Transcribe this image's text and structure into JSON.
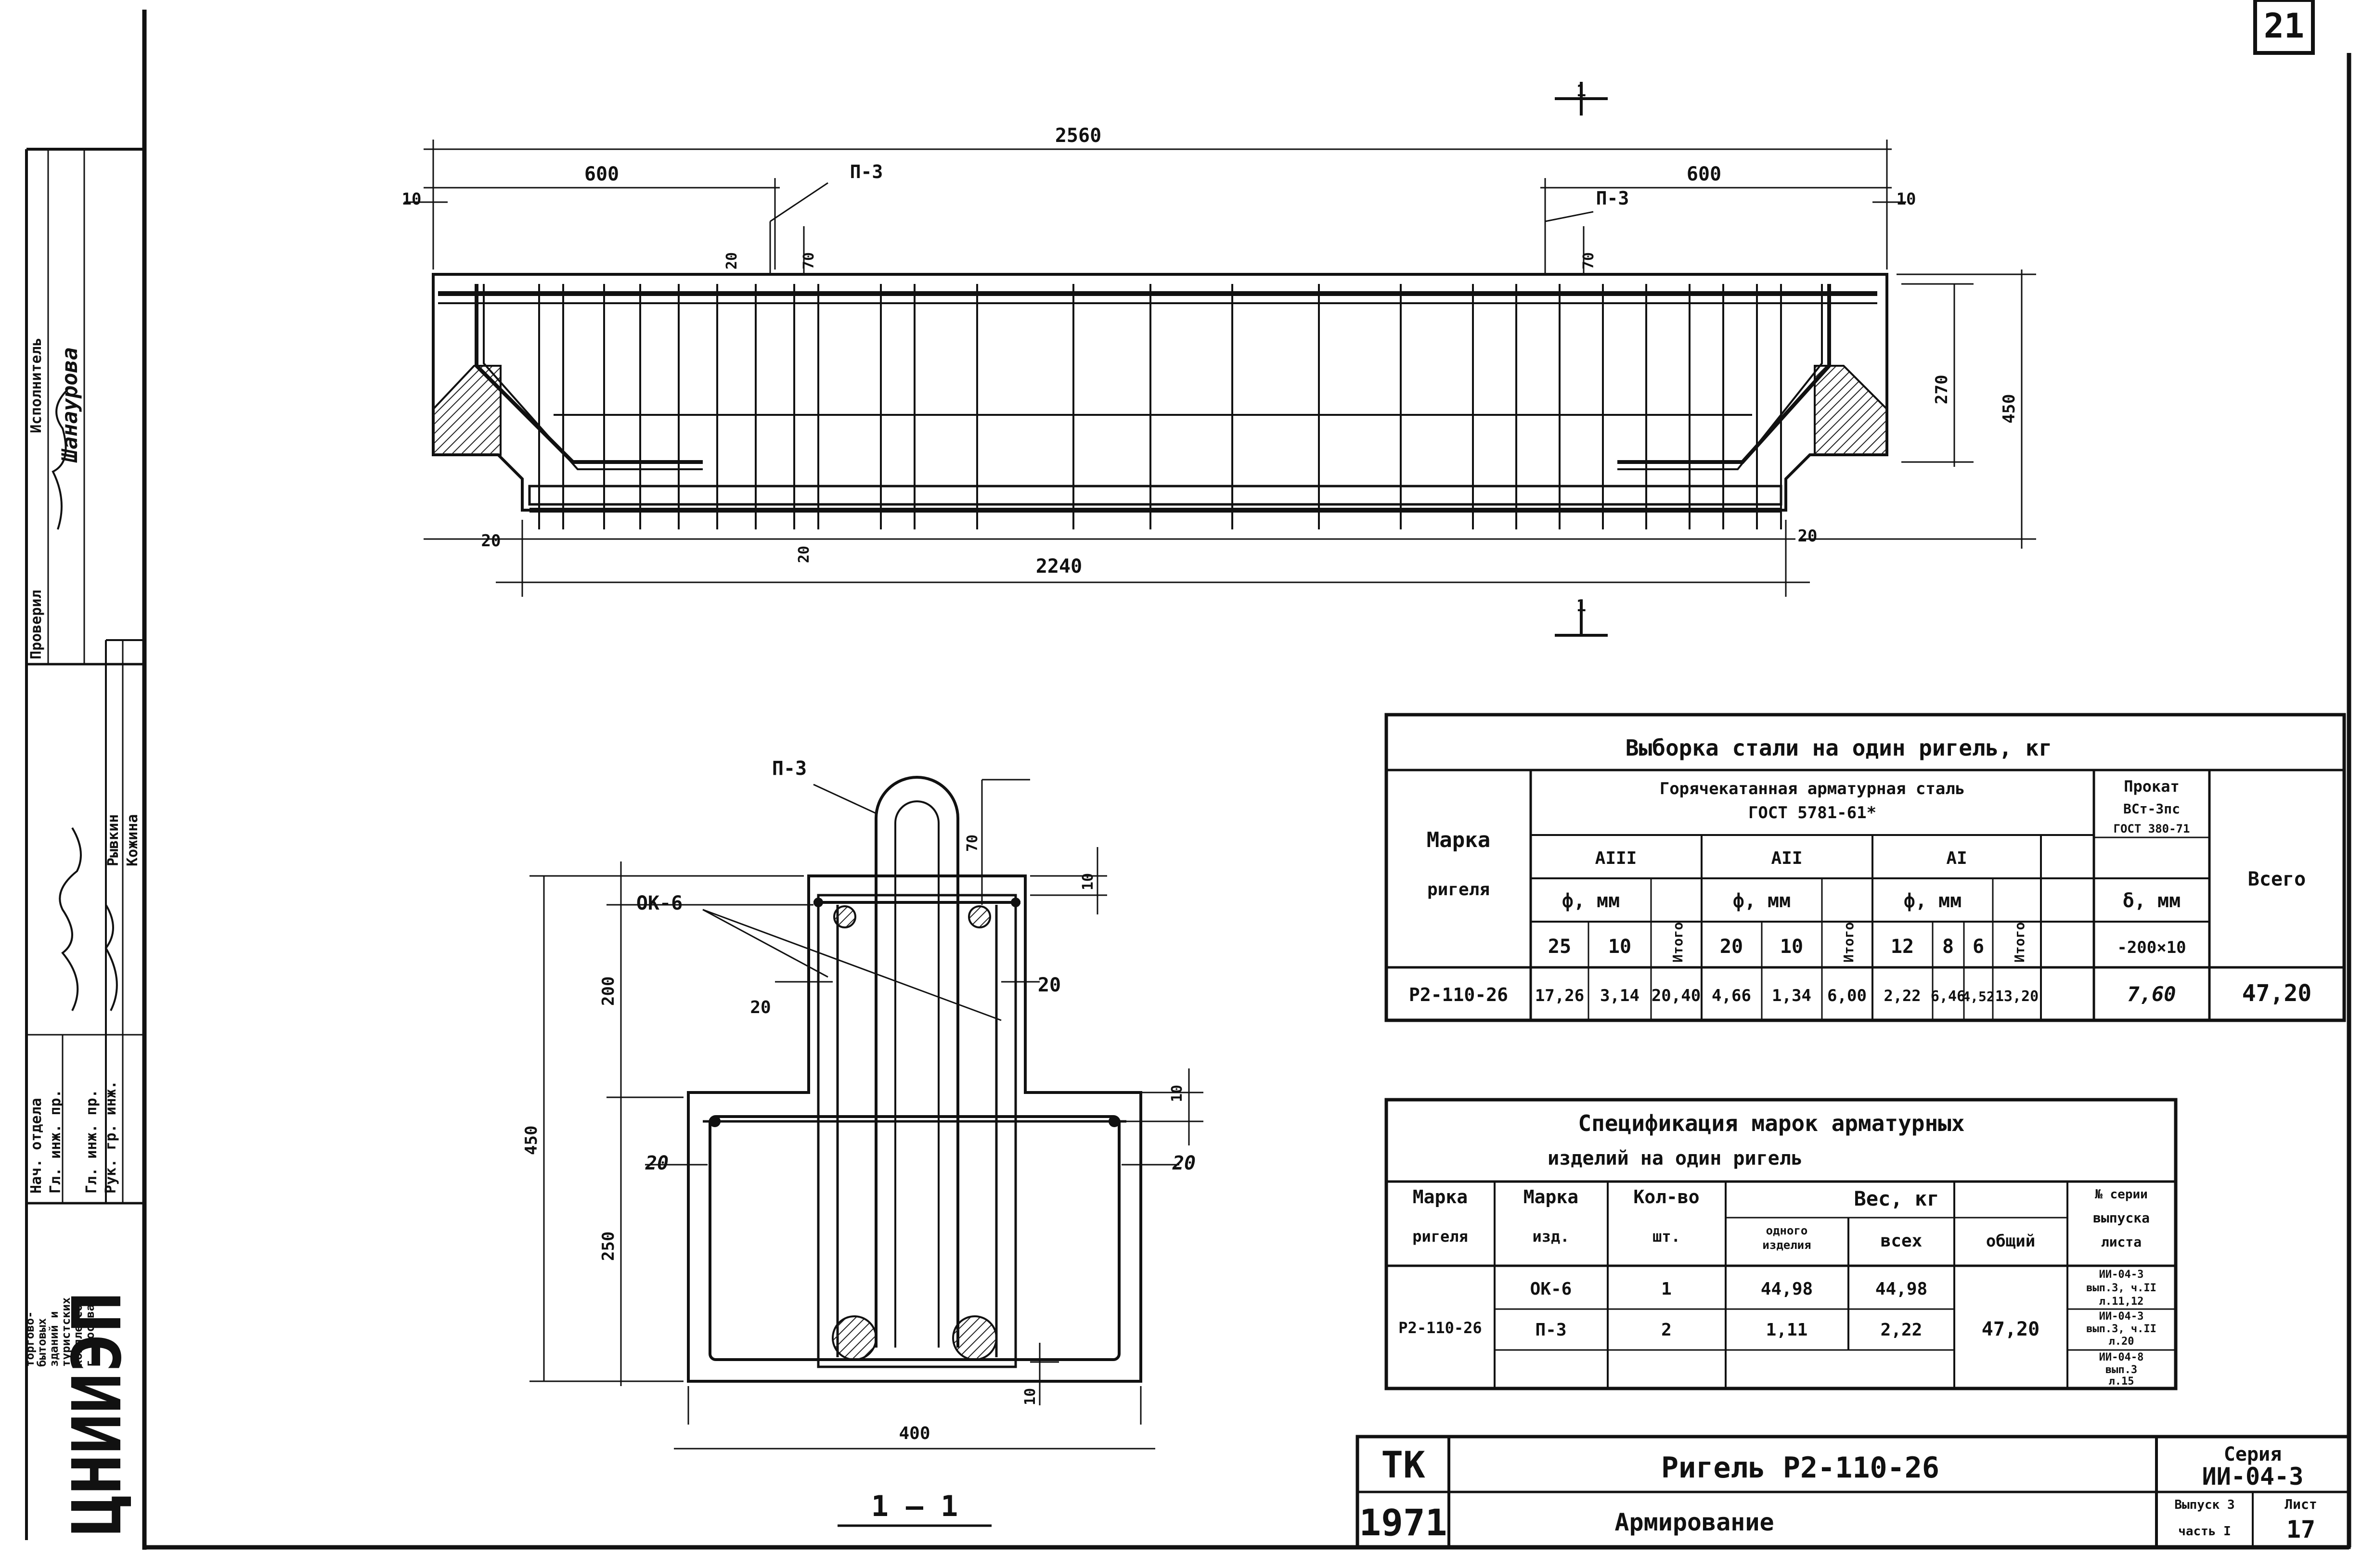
{
  "sheet_corner_number": "21",
  "elevation": {
    "dim_total": "2560",
    "dim_left_600": "600",
    "dim_right_600": "600",
    "dim_left_10": "10",
    "dim_right_10": "10",
    "tag_left": "П-3",
    "tag_right": "П-3",
    "dim_70_left": "70",
    "dim_70_right": "70",
    "dim_20_top": "20",
    "dim_270": "270",
    "dim_450": "450",
    "dim_20_bl": "20",
    "dim_20_bm": "20",
    "dim_20_br": "20",
    "dim_2240": "2240",
    "section_mark_top": "1",
    "section_mark_bottom": "1"
  },
  "section": {
    "tag_p3": "П-3",
    "tag_ok6": "ОК-6",
    "dim_70": "70",
    "dim_10_top": "10",
    "dim_200": "200",
    "dim_250": "250",
    "dim_450": "450",
    "dim_20_l1": "20",
    "dim_20_r1": "20",
    "dim_20_l2": "20",
    "dim_20_r2": "20",
    "dim_10_mid": "10",
    "dim_10_bot": "10",
    "dim_400": "400",
    "title": "1 — 1"
  },
  "steel_table": {
    "title": "Выборка стали на один ригель, кг",
    "col_mark": [
      "Марка",
      "ригеля"
    ],
    "col_hot_rolled": [
      "Горячекатанная арматурная сталь",
      "ГОСТ 5781-61*"
    ],
    "col_rolled": [
      "Прокат",
      "ВСт-3пс",
      "ГОСТ 380-71"
    ],
    "col_total": "Всего",
    "class_a3": "АIII",
    "class_a2": "АII",
    "class_a1": "АI",
    "dia_label": "ф, мм",
    "thick_label": "δ, мм",
    "subtotal": "Итого",
    "diameters": [
      "25",
      "10",
      "20",
      "10",
      "12",
      "8",
      "6"
    ],
    "plate_size": "-200×10",
    "row": [
      "Р2-110-26",
      "17,26",
      "3,14",
      "20,40",
      "4,66",
      "1,34",
      "6,00",
      "2,22",
      "6,46",
      "4,52",
      "13,20",
      "7,60",
      "47,20"
    ]
  },
  "spec_table": {
    "title_line1": "Спецификация марок арматурных",
    "title_line2": "изделий на один ригель",
    "headers": {
      "mark_riegel": [
        "Марка",
        "ригеля"
      ],
      "mark_item": [
        "Марка",
        "изд."
      ],
      "qty": [
        "Кол-во",
        "шт."
      ],
      "weight": "Вес, кг",
      "one_item": [
        "одного",
        "изделия"
      ],
      "all": "всех",
      "total": "общий",
      "series": [
        "№ серии",
        "выпуска",
        "листа"
      ]
    },
    "riegel": "Р2-110-26",
    "total_weight": "47,20",
    "rows": [
      {
        "item": "ОК-6",
        "qty": "1",
        "one": "44,98",
        "all": "44,98",
        "ref": [
          "ИИ-04-3",
          "вып.3, ч.II",
          "л.11,12"
        ]
      },
      {
        "item": "П-3",
        "qty": "2",
        "one": "1,11",
        "all": "2,22",
        "ref": [
          "ИИ-04-3",
          "вып.3, ч.II",
          "л.20"
        ]
      },
      {
        "item": "",
        "qty": "",
        "one": "",
        "all": "",
        "ref": [
          "ИИ-04-8",
          "вып.3",
          "л.15"
        ]
      }
    ]
  },
  "title_block": {
    "tk": "ТК",
    "year": "1971",
    "name": "Ригель Р2-110-26",
    "subtitle": "Армирование",
    "series_label": "Серия",
    "series_value": "ИИ-04-3",
    "issue_label": [
      "Выпуск 3",
      "часть I"
    ],
    "sheet_label": "Лист",
    "sheet_value": "17"
  },
  "left_strip": {
    "org_logo": "ЦНИИЭП",
    "org_text": [
      "торгово-",
      "бытовых",
      "зданий и",
      "туристских",
      "комплексов",
      "г. Москва"
    ],
    "roles": [
      "Нач. отдела",
      "Гл. инж. пр.",
      "Гл. инж. пр.",
      "Рук. гр. инж."
    ],
    "names": [
      "Рывкин",
      "Кожина"
    ],
    "check_label": "Проверил",
    "executor_label": "Исполнитель",
    "executor_name": "Шанаурова",
    "signature_note": "подписи"
  }
}
